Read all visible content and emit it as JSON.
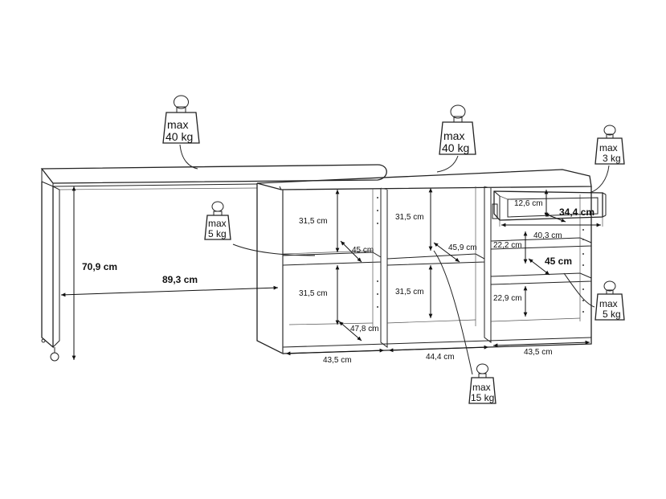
{
  "dimensions": {
    "table_height": "70,9 cm",
    "table_length": "89,3 cm",
    "shelf_height_top_left": "31,5 cm",
    "shelf_height_bottom_left": "31,5 cm",
    "shelf_depth_top_left": "45 cm",
    "shelf_depth_bottom_left": "47,8 cm",
    "shelf_height_top_middle": "31,5 cm",
    "shelf_height_bottom_middle": "31,5 cm",
    "shelf_depth_top_middle": "45,9 cm",
    "drawer_height": "12,6 cm",
    "drawer_depth": "34,4 cm",
    "drawer_width": "40,3 cm",
    "right_shelf_height_top": "22,2 cm",
    "right_shelf_depth": "45 cm",
    "right_shelf_height_bottom": "22,9 cm",
    "width_left": "43,5 cm",
    "width_middle": "44,4 cm",
    "width_right": "43,5 cm"
  },
  "weights": {
    "tabletop": {
      "line1": "max",
      "line2": "40 kg"
    },
    "cabinet_top": {
      "line1": "max",
      "line2": "40 kg"
    },
    "drawer": {
      "line1": "max",
      "line2": "3 kg"
    },
    "left_shelf": {
      "line1": "max",
      "line2": "5 kg"
    },
    "right_shelf": {
      "line1": "max",
      "line2": "5 kg"
    },
    "middle_shelf": {
      "line1": "max",
      "line2": "15 kg"
    }
  }
}
